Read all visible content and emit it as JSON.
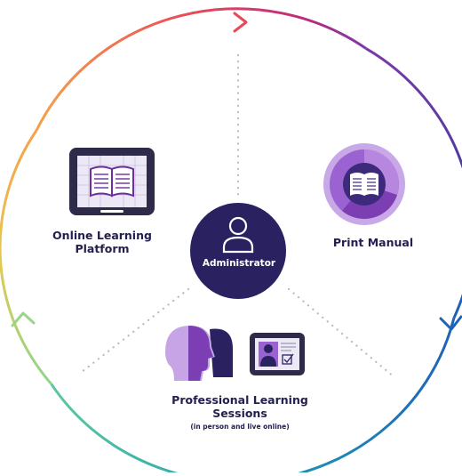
{
  "diagram": {
    "center": {
      "label": "Administrator",
      "icon": "person-outline-icon"
    },
    "nodes": [
      {
        "id": "online",
        "label": "Online Learning Platform",
        "icon": "tablet-book-icon"
      },
      {
        "id": "print",
        "label": "Print Manual",
        "icon": "book-badge-icon"
      },
      {
        "id": "sessions",
        "label": "Professional Learning Sessions",
        "sublabel": "(in person and live online)",
        "icon": "people-and-video-call-icon"
      }
    ]
  },
  "colors": {
    "navy": "#2a2161",
    "purple": "#6b2fa0",
    "ring_gradient": [
      "#d1246b",
      "#7a3aa8",
      "#2a6cc4",
      "#22a9b5",
      "#7ccf7e",
      "#f0a53c",
      "#e8494b"
    ]
  }
}
